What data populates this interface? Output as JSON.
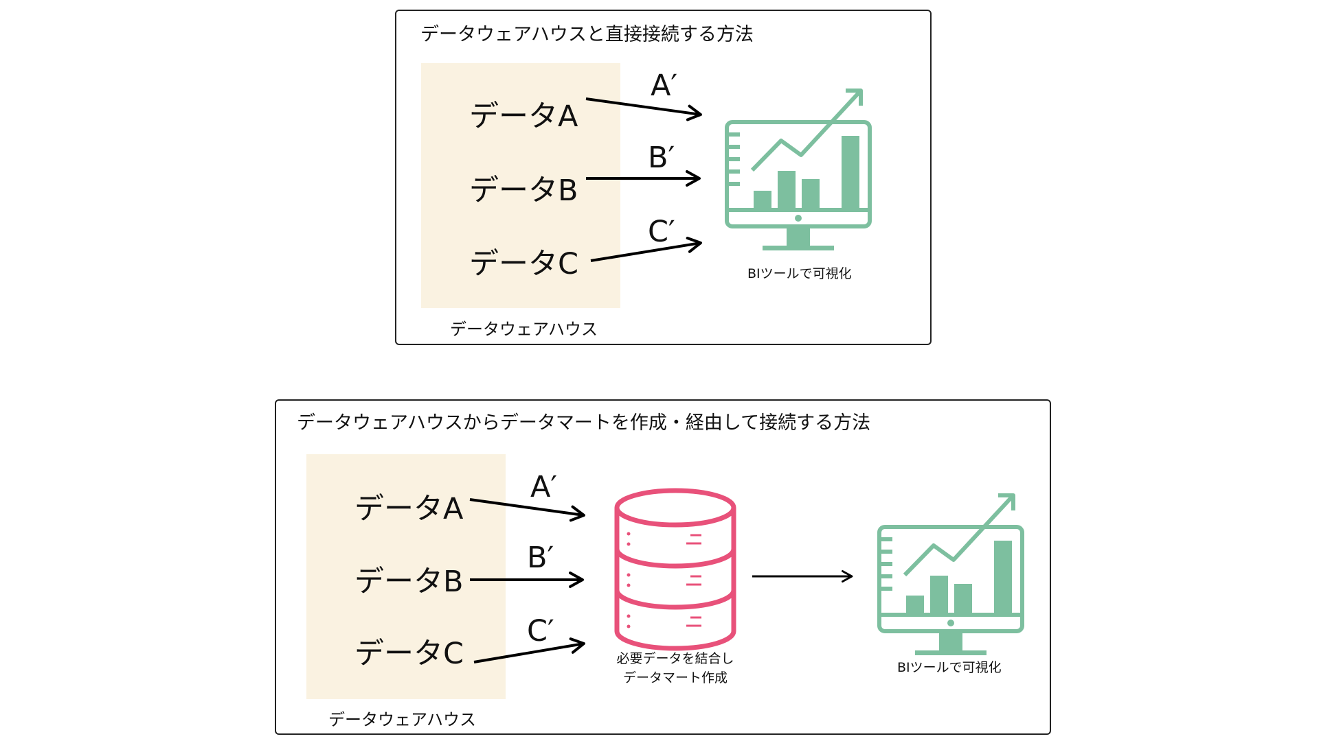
{
  "top_panel": {
    "title": "データウェアハウスと直接接続する方法",
    "data_items": [
      "データA",
      "データB",
      "データC"
    ],
    "transformed": [
      "A′",
      "B′",
      "C′"
    ],
    "warehouse_label": "データウェアハウス",
    "bi_label": "BIツールで可視化"
  },
  "bottom_panel": {
    "title": "データウェアハウスからデータマートを作成・経由して接続する方法",
    "data_items": [
      "データA",
      "データB",
      "データC"
    ],
    "transformed": [
      "A′",
      "B′",
      "C′"
    ],
    "warehouse_label": "データウェアハウス",
    "datamart_label_line1": "必要データを結合し",
    "datamart_label_line2": "データマート作成",
    "bi_label": "BIツールで可視化"
  },
  "colors": {
    "warehouse_bg": "#faf2e1",
    "bi_icon": "#7dbf9f",
    "database_icon": "#e8517a",
    "arrow": "#000000"
  },
  "icons": [
    "monitor-chart-icon",
    "database-icon"
  ]
}
